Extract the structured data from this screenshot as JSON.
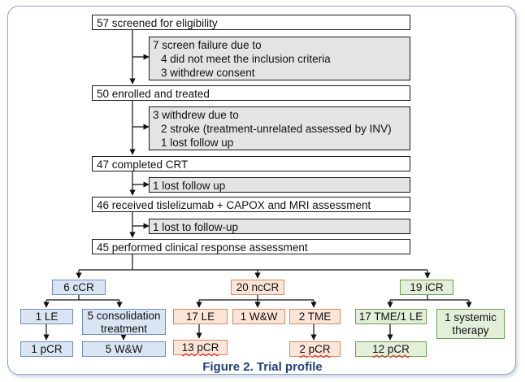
{
  "flow": {
    "screened": "57 screened for eligibility",
    "screen_fail": {
      "title": "7 screen failure due to",
      "line1": "4 did not meet the inclusion criteria",
      "line2": "3 withdrew consent"
    },
    "enrolled": "50 enrolled and treated",
    "withdrew": {
      "title": "3 withdrew due to",
      "line1": "2 stroke (treatment-unrelated assessed by INV)",
      "line2": "1 lost follow up"
    },
    "completed_crt": "47 completed CRT",
    "lost1": "1 lost follow up",
    "received": "46 received tislelizumab + CAPOX and MRI assessment",
    "lost2": "1 lost to follow-up",
    "performed": "45 performed clinical response assessment"
  },
  "groups": {
    "ccr": {
      "label": "6 cCR",
      "le": "1 LE",
      "consol": "5 consolidation treatment",
      "pcr": "1 pCR",
      "ww": "5 W&W"
    },
    "nccr": {
      "label": "20 ncCR",
      "le": "17 LE",
      "ww": "1 W&W",
      "tme": "2 TME",
      "pcr_le": "13 pCR",
      "pcr_tme": "2 pCR"
    },
    "icr": {
      "label": "19 iCR",
      "tme_le": "17 TME/1 LE",
      "systemic": "1 systemic therapy",
      "pcr": "12 pCR"
    }
  },
  "caption": "Figure 2. Trial profile",
  "colors": {
    "ccr_fill": "#dae5f3",
    "nccr_fill": "#fbe5d8",
    "icr_fill": "#e4efda",
    "excluded_fill": "#e4e4e4",
    "caption": "#24417a"
  }
}
